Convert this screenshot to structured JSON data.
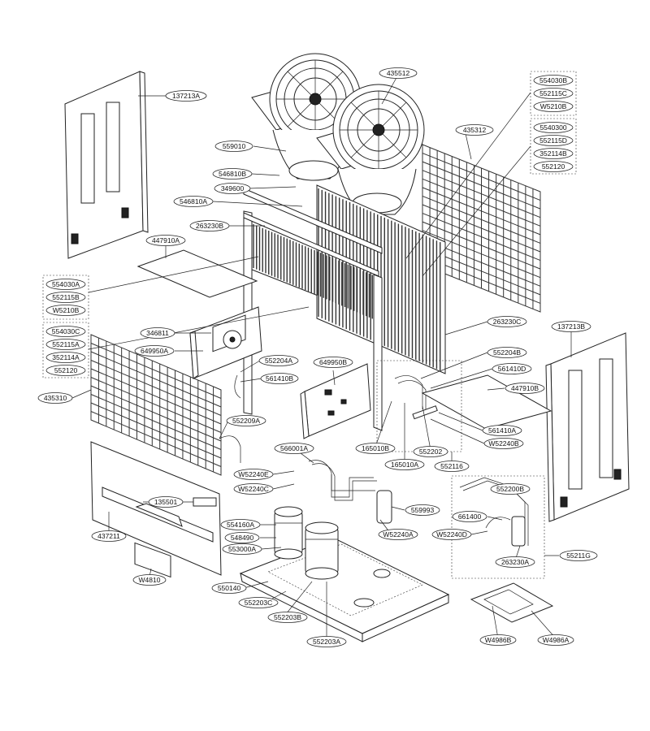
{
  "parts": {
    "p137213A": "137213A",
    "p435512": "435512",
    "p435312": "435312",
    "p559010": "559010",
    "p546810B": "546810B",
    "p349600": "349600",
    "p546810A": "546810A",
    "p263230B": "263230B",
    "p447910A": "447910A",
    "p346811": "346811",
    "p649950A": "649950A",
    "p552204A": "552204A",
    "p649950B": "649950B",
    "p561410B": "561410B",
    "p435310": "435310",
    "p552209A": "552209A",
    "p566001A": "566001A",
    "p552240E": "W52240E",
    "p552240C": "W52240C",
    "p135501": "135501",
    "p437211": "437211",
    "p554160A": "554160A",
    "p548490": "548490",
    "p553000A": "553000A",
    "p559993": "559993",
    "p552240A": "W52240A",
    "pW4810": "W4810",
    "p550140": "550140",
    "p552203C": "552203C",
    "p552203B": "552203B",
    "p552203A": "552203A",
    "p263230C": "263230C",
    "p552204B": "552204B",
    "p561410D": "561410D",
    "p447910B": "447910B",
    "p561410A": "561410A",
    "p552240B": "W52240B",
    "p165010B": "165010B",
    "p552202": "552202",
    "p165010A": "165010A",
    "p552116": "552116",
    "p137213B": "137213B",
    "p552200B": "552200B",
    "p661400": "661400",
    "p552240D": "W52240D",
    "p263230A": "263230A",
    "p552116G": "55211G",
    "pW4986B": "W4986B",
    "pW4986A": "W4986A"
  },
  "groups": {
    "top_right_a": [
      "554030B",
      "552115C",
      "W5210B"
    ],
    "top_right_b": [
      "5540300",
      "552115D",
      "352114B",
      "552120"
    ],
    "left_a": [
      "554030A",
      "552115B",
      "W5210B"
    ],
    "left_b": [
      "554030C",
      "552115A",
      "352114A",
      "552120"
    ]
  }
}
